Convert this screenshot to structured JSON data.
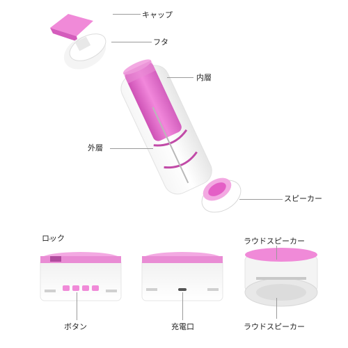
{
  "labels": {
    "cap": "キャップ",
    "lid": "フタ",
    "inner": "内層",
    "outer": "外層",
    "speaker": "スピーカー",
    "lock": "ロック",
    "loud_speaker_top": "ラウドスピーカー",
    "button": "ボタン",
    "charge_port": "充電口",
    "loud_speaker_bottom": "ラウドスピーカー"
  },
  "colors": {
    "pink": "#e45fc6",
    "pink_light": "#f3a9e2",
    "white": "#ffffff",
    "grey": "#d8d8d8"
  }
}
